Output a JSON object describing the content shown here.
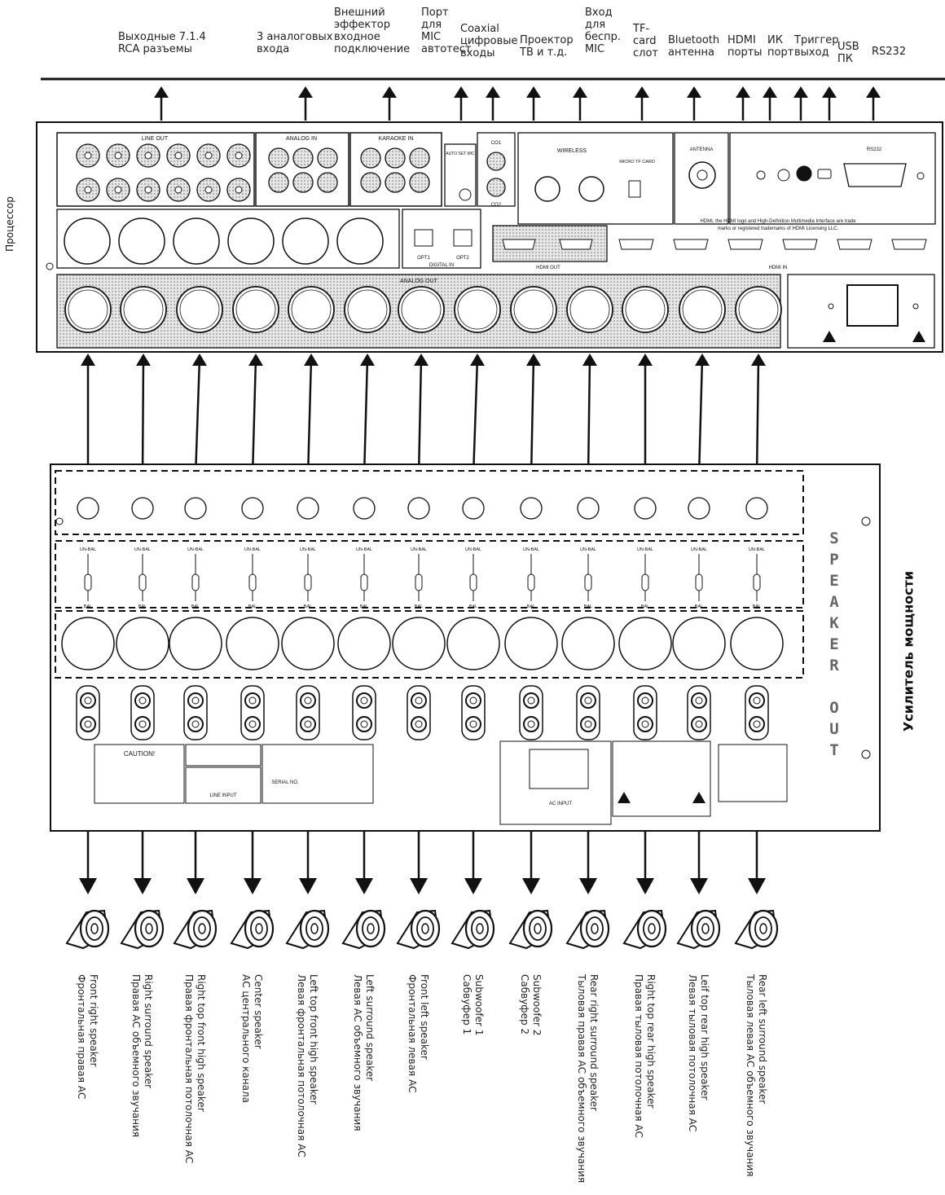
{
  "top_labels": [
    {
      "lines": [
        "Выходные 7.1.4",
        "RCA разъемы"
      ]
    },
    {
      "lines": [
        "3 аналоговых",
        "входа"
      ]
    },
    {
      "lines": [
        "Внешний",
        "эффектор",
        "входное",
        "подключение"
      ]
    },
    {
      "lines": [
        "Порт",
        "для",
        "MIC",
        "автотест"
      ]
    },
    {
      "lines": [
        "Coaxial",
        "цифровые",
        "входы"
      ]
    },
    {
      "lines": [
        "Проектор",
        "ТВ и т.д."
      ]
    },
    {
      "lines": [
        "Вход",
        "для",
        "беспр.",
        "MIC"
      ]
    },
    {
      "lines": [
        "TF-",
        "card",
        "слот"
      ]
    },
    {
      "lines": [
        "Bluetooth",
        "антенна"
      ]
    },
    {
      "lines": [
        "HDMI",
        "порты"
      ]
    },
    {
      "lines": [
        "ИК",
        "порт"
      ]
    },
    {
      "lines": [
        "Триггер",
        "выход"
      ]
    },
    {
      "lines": [
        "USB",
        "ПК"
      ]
    },
    {
      "lines": [
        "RS232"
      ]
    }
  ],
  "processor_label": "Процессор",
  "amplifier_label": "Усилитель мощности",
  "speaker_out_text": "SPEAKER OUT",
  "speakers": [
    {
      "en": "Front right speaker",
      "ru": "Фронтальная правая АС"
    },
    {
      "en": "Right surround speaker",
      "ru": "Правая АС объемного звучания"
    },
    {
      "en": "Right top front high speaker",
      "ru": "Правая фронтальная потолочная АС"
    },
    {
      "en": "Center speaker",
      "ru": "АС центрального канала"
    },
    {
      "en": "Left top front high speaker",
      "ru": "Левая фронтальная потолочная АС"
    },
    {
      "en": "Left surround speaker",
      "ru": "Левая АС объемного звучания"
    },
    {
      "en": "Front left speaker",
      "ru": "Фронтальная левая АС"
    },
    {
      "en": "Subwoofer 1",
      "ru": "Сабвуфер 1"
    },
    {
      "en": "Subwoofer 2",
      "ru": "Сабвуфер 2"
    },
    {
      "en": "Rear right surround speaker",
      "ru": "Тыловая правая АС объемного звучания"
    },
    {
      "en": "Right top rear high speaker",
      "ru": "Правая тыловая потолочная АС"
    },
    {
      "en": "Leif top rear high speaker",
      "ru": "Левая тыловая потолочная АС"
    },
    {
      "en": "Rear left surround speaker",
      "ru": "Тыловая левая АС объемного звучания"
    }
  ],
  "panel_text": {
    "line_out": "LINE OUT",
    "analog_in": "ANALOG IN",
    "karaoke_in": "KARAOKE IN",
    "auto_eq": "AUTO SET MIC",
    "coax1": "CO1",
    "coax2": "CO2",
    "wireless": "WIRELESS",
    "micro_tf": "MICRO TF CARD",
    "antenna": "ANTENNA",
    "rs232": "RS232",
    "digital_in": "DIGITAL IN",
    "opt1": "OPT1",
    "opt2": "OPT2",
    "hdmi_out": "HDMI OUT",
    "hdmi_in": "HDMI IN",
    "analog_out": "ANALOG OUT",
    "hdmi_notice": "HDMI, the HDMI logo and High-Definition Multimedia Interface are trademarks or registered trademarks of HDMI Licensing LLC.",
    "caution": "CAUTION!",
    "serial": "SERIAL NO.",
    "ac_input": "AC INPUT",
    "line_input": "LINE INPUT",
    "unbal": "UN-BAL",
    "bal": "BAL"
  },
  "colors": {
    "line": "#111111",
    "panel_fill": "#ffffff",
    "jack_fill": "#d9d9d9",
    "accent": "#000000"
  }
}
